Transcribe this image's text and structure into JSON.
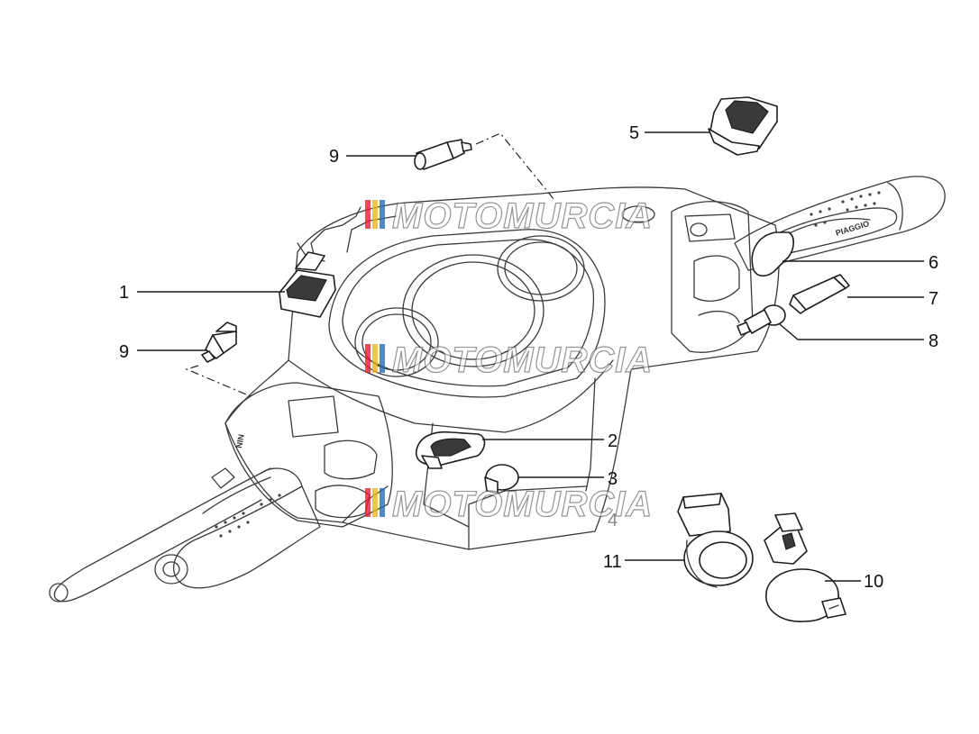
{
  "watermark": {
    "text": "MOTOMURCIA",
    "stripe_colors": [
      "#d8262a",
      "#f0b030",
      "#2a6db0"
    ]
  },
  "grip_brand": "PIAGGIO",
  "switch_marking": "NIN",
  "callouts": [
    {
      "id": "1",
      "label": "1"
    },
    {
      "id": "2",
      "label": "2"
    },
    {
      "id": "3",
      "label": "3"
    },
    {
      "id": "4",
      "label": "4"
    },
    {
      "id": "5",
      "label": "5"
    },
    {
      "id": "6",
      "label": "6"
    },
    {
      "id": "7",
      "label": "7"
    },
    {
      "id": "8",
      "label": "8"
    },
    {
      "id": "9a",
      "label": "9"
    },
    {
      "id": "9b",
      "label": "9"
    },
    {
      "id": "10",
      "label": "10"
    },
    {
      "id": "11",
      "label": "11"
    }
  ]
}
